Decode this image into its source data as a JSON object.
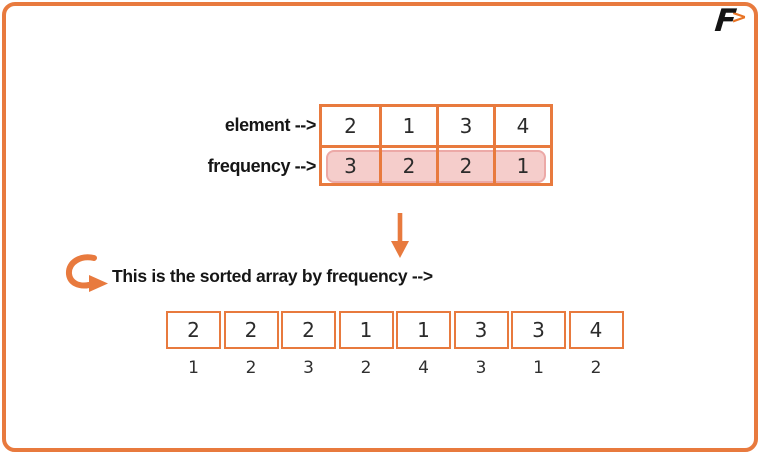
{
  "colors": {
    "accent_orange": "#E87A3E",
    "highlight_pink": "#F5CDCB",
    "highlight_pink_border": "#ECA9A7",
    "text_black": "#161616"
  },
  "logo": {
    "letter": "F",
    "chevron": ">"
  },
  "freq_table": {
    "rows": [
      {
        "label": "element -->",
        "values": [
          "2",
          "1",
          "3",
          "4"
        ],
        "highlighted": false
      },
      {
        "label": "frequency -->",
        "values": [
          "3",
          "2",
          "2",
          "1"
        ],
        "highlighted": true
      }
    ]
  },
  "annotation": {
    "text": "This is the sorted array by frequency -->"
  },
  "sorted_array": {
    "values": [
      "2",
      "2",
      "2",
      "1",
      "1",
      "3",
      "3",
      "4"
    ],
    "frequencies": [
      "1",
      "2",
      "3",
      "2",
      "4",
      "3",
      "1",
      "2"
    ]
  }
}
